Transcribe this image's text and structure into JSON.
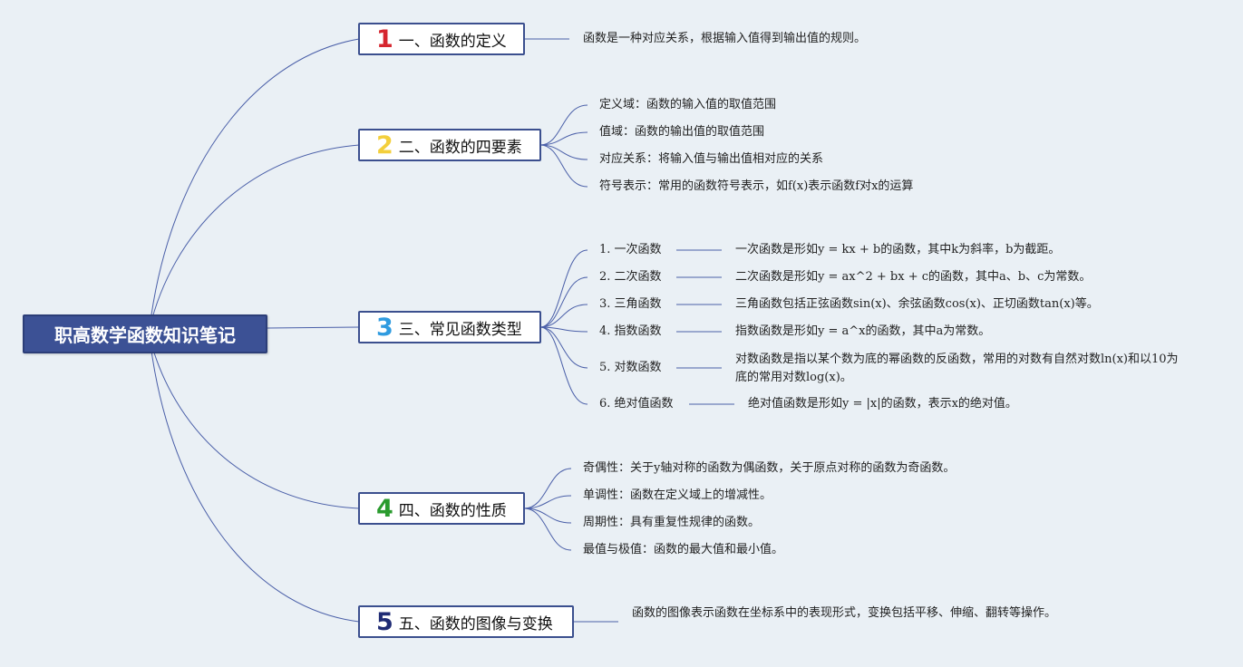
{
  "root": {
    "label": "职高数学函数知识笔记"
  },
  "colors": {
    "root_bg": "#3c5195",
    "line": "#4a5fa8",
    "num1": "#d6262f",
    "num2": "#f3cf3c",
    "num3": "#2f9be0",
    "num4": "#2a9b2e",
    "num5": "#1f2b74"
  },
  "branches": [
    {
      "num": "1",
      "label": "一、函数的定义",
      "leaves": [
        {
          "text": "函数是一种对应关系，根据输入值得到输出值的规则。"
        }
      ]
    },
    {
      "num": "2",
      "label": "二、函数的四要素",
      "leaves": [
        {
          "text": "定义域：函数的输入值的取值范围"
        },
        {
          "text": "值域：函数的输出值的取值范围"
        },
        {
          "text": "对应关系：将输入值与输出值相对应的关系"
        },
        {
          "text": "符号表示：常用的函数符号表示，如f(x)表示函数f对x的运算"
        }
      ]
    },
    {
      "num": "3",
      "label": "三、常见函数类型",
      "subs": [
        {
          "label": "1. 一次函数",
          "desc": "一次函数是形如y = kx + b的函数，其中k为斜率，b为截距。"
        },
        {
          "label": "2. 二次函数",
          "desc": "二次函数是形如y = ax^2 + bx + c的函数，其中a、b、c为常数。"
        },
        {
          "label": "3. 三角函数",
          "desc": "三角函数包括正弦函数sin(x)、余弦函数cos(x)、正切函数tan(x)等。"
        },
        {
          "label": "4. 指数函数",
          "desc": "指数函数是形如y = a^x的函数，其中a为常数。"
        },
        {
          "label": "5. 对数函数",
          "desc": "对数函数是指以某个数为底的幂函数的反函数，常用的对数有自然对数ln(x)和以10为底的常用对数log(x)。"
        },
        {
          "label": "6. 绝对值函数",
          "desc": "绝对值函数是形如y = |x|的函数，表示x的绝对值。"
        }
      ]
    },
    {
      "num": "4",
      "label": "四、函数的性质",
      "leaves": [
        {
          "text": "奇偶性：关于y轴对称的函数为偶函数，关于原点对称的函数为奇函数。"
        },
        {
          "text": "单调性：函数在定义域上的增减性。"
        },
        {
          "text": "周期性：具有重复性规律的函数。"
        },
        {
          "text": "最值与极值：函数的最大值和最小值。"
        }
      ]
    },
    {
      "num": "5",
      "label": "五、函数的图像与变换",
      "leaves": [
        {
          "text": "函数的图像表示函数在坐标系中的表现形式，变换包括平移、伸缩、翻转等操作。"
        }
      ]
    }
  ]
}
